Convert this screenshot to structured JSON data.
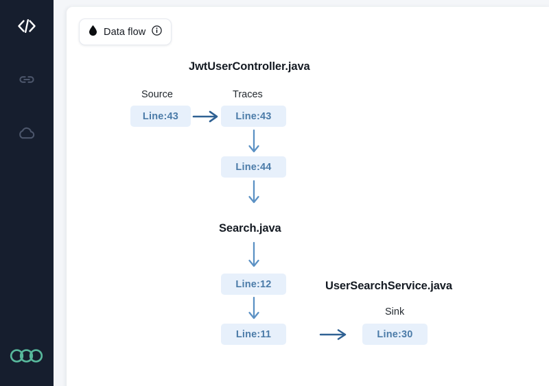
{
  "theme": {
    "sidebar_bg": "#161e2e",
    "page_bg": "#f4f6f9",
    "card_bg": "#ffffff",
    "node_bg": "#e7f0fb",
    "node_text": "#4b7ba8",
    "arrow": "#2f6193",
    "logo_teal": "#57b79b",
    "heading": "#141a22"
  },
  "sidebar": {
    "items": [
      {
        "icon": "code-icon",
        "name": "sidebar-item-code",
        "active": true
      },
      {
        "icon": "link-icon",
        "name": "sidebar-item-link",
        "active": false
      },
      {
        "icon": "cloud-icon",
        "name": "sidebar-item-cloud",
        "active": false
      }
    ],
    "logo": {
      "icon": "three-circles-logo"
    }
  },
  "toolbar": {
    "chip": {
      "label": "Data flow",
      "drop_icon": "droplet-icon",
      "info_icon": "info-circle-icon"
    }
  },
  "chart_data": {
    "type": "diagram",
    "title": "Data flow trace graph",
    "files": [
      {
        "id": "jwt",
        "title": "JwtUserController.java"
      },
      {
        "id": "search",
        "title": "Search.java"
      },
      {
        "id": "service",
        "title": "UserSearchService.java"
      }
    ],
    "columns": [
      {
        "id": "source",
        "label": "Source"
      },
      {
        "id": "traces",
        "label": "Traces"
      },
      {
        "id": "sink",
        "label": "Sink"
      }
    ],
    "nodes": [
      {
        "id": "n1",
        "label": "Line:43",
        "file": "jwt",
        "column": "source"
      },
      {
        "id": "n2",
        "label": "Line:43",
        "file": "jwt",
        "column": "traces"
      },
      {
        "id": "n3",
        "label": "Line:44",
        "file": "jwt",
        "column": "traces"
      },
      {
        "id": "n4",
        "label": "Line:12",
        "file": "search",
        "column": "traces"
      },
      {
        "id": "n5",
        "label": "Line:11",
        "file": "search",
        "column": "traces"
      },
      {
        "id": "n6",
        "label": "Line:30",
        "file": "service",
        "column": "sink"
      }
    ],
    "edges": [
      {
        "from": "n1",
        "to": "n2",
        "direction": "right"
      },
      {
        "from": "n2",
        "to": "n3",
        "direction": "down"
      },
      {
        "from": "n3",
        "to": "n4",
        "direction": "down"
      },
      {
        "from": "n4",
        "to": "n5",
        "direction": "down"
      },
      {
        "from": "n5",
        "to": "n6",
        "direction": "right"
      }
    ]
  }
}
